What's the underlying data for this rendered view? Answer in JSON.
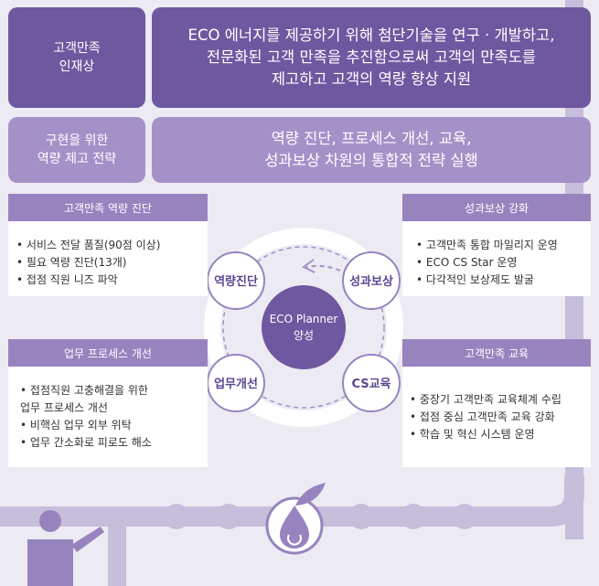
{
  "header": {
    "vision_label": "고객만족\n인재상",
    "vision_text": "ECO 에너지를 제공하기 위해 첨단기술을 연구 · 개발하고,\n전문화된 고객 만족을 추진함으로써 고객의 만족도를\n제고하고 고객의 역량 향상 지원",
    "strategy_label": "구현을 위한\n역량 제고 전략",
    "strategy_text": "역량 진단, 프로세스 개선, 교육,\n성과보상 차원의 통합적 전략 실행"
  },
  "panels": {
    "diagnosis": {
      "title": "고객만족 역량 진단",
      "items": [
        "서비스 전달 품질(90점 이상)",
        "필요 역량 진단(13개)",
        "접점 직원 니즈 파악"
      ]
    },
    "reward": {
      "title": "성과보상 강화",
      "items": [
        "고객만족 통합 마일리지 운영",
        "ECO CS Star 운영",
        "다각적인 보상제도 발굴"
      ]
    },
    "process": {
      "title": "업무 프로세스 개선",
      "items": [
        "접점직원 고충해결을 위한\n업무 프로세스 개선",
        "비핵심 업무 외부 위탁",
        "업무 간소화로 피로도 해소"
      ]
    },
    "education": {
      "title": "고객만족 교육",
      "items": [
        "중장기 고객만족 교육체계 수립",
        "접점 중심 고객만족 교육 강화",
        "학습 및 혁신 시스템 운영"
      ]
    }
  },
  "cycle": {
    "center": "ECO Planner\n양성",
    "nodes": {
      "diagnosis": "역량진단",
      "reward": "성과보상",
      "process": "업무개선",
      "education": "CS교육"
    }
  },
  "colors": {
    "dark_purple": "#6e58a0",
    "light_purple": "#a491c8",
    "bar_purple": "#9784bf",
    "pipe": "#c7bedb",
    "background": "#eceaf2"
  },
  "icons": [
    "person-pointing-icon",
    "eco-drop-leaf-icon"
  ]
}
